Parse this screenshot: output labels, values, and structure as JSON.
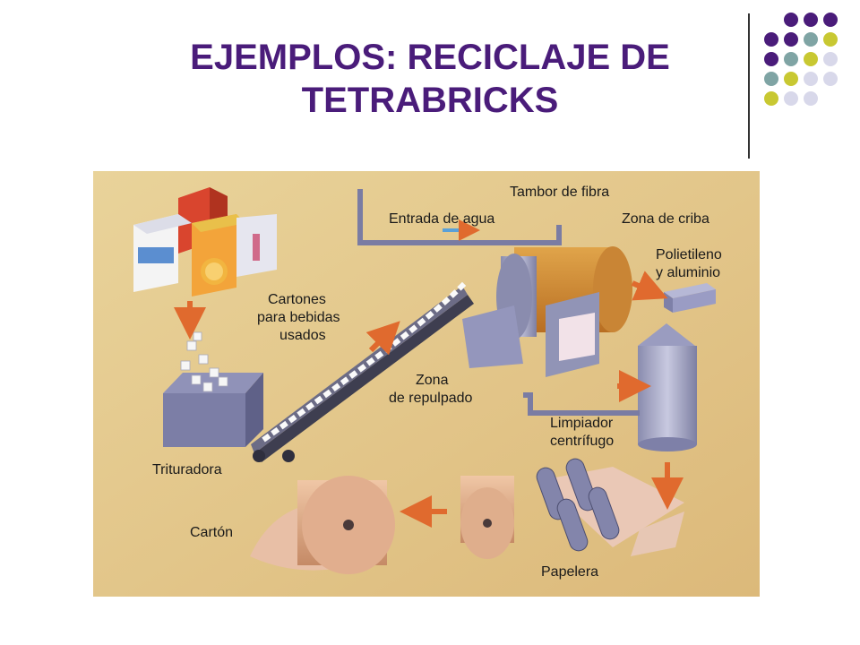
{
  "slide": {
    "title_line1": "EJEMPLOS: RECICLAJE DE",
    "title_line2": "TETRABRICKS",
    "accent_colors": [
      "#4a1c7a",
      "#7fa4a4",
      "#c8c832",
      "#d8d8ea"
    ]
  },
  "diagram": {
    "labels": {
      "tambor": "Tambor de fibra",
      "entrada": "Entrada de agua",
      "criba": "Zona de criba",
      "polietileno1": "Polietileno",
      "polietileno2": "y aluminio",
      "cartones1": "Cartones",
      "cartones2": "para bebidas",
      "cartones3": "usados",
      "zona1": "Zona",
      "zona2": "de repulpado",
      "limpiador1": "Limpiador",
      "limpiador2": "centrífugo",
      "trituradora": "Trituradora",
      "carton": "Cartón",
      "papelera": "Papelera"
    }
  }
}
